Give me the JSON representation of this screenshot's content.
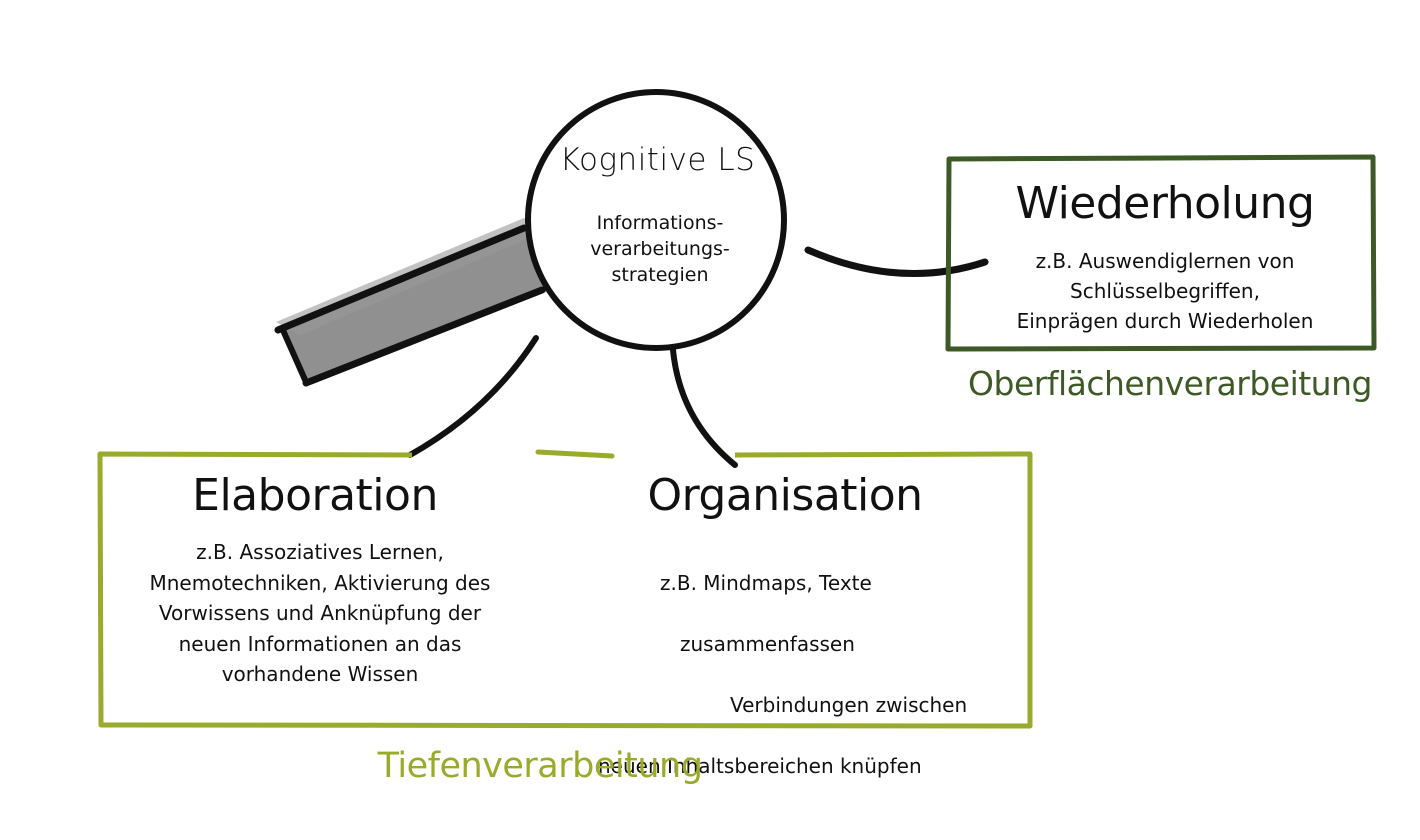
{
  "hub": {
    "title": "Kognitive LS",
    "subtitle": "Informations-\nverarbeitungs-\nstrategien"
  },
  "boxes": {
    "wiederholung": {
      "title": "Wiederholung",
      "text": "z.B. Auswendiglernen von\nSchlüsselbegriffen,\nEinprägen durch Wiederholen",
      "color": "#3d5a26"
    },
    "elaboration": {
      "title": "Elaboration",
      "text": "z.B. Assoziatives Lernen,\nMnemotechniken, Aktivierung des\nVorwissens und Anknüpfung der\nneuen Informationen an das\nvorhandene Wissen",
      "color": "#9aaa2a"
    },
    "organisation": {
      "title": "Organisation",
      "lines": [
        "z.B. Mindmaps, Texte",
        "zusammenfassen",
        "Verbindungen zwischen",
        "neuen Inhaltsbereichen knüpfen"
      ],
      "color": "#9aaa2a"
    }
  },
  "labels": {
    "oberflaechen": "Oberflächenverarbeitung",
    "tiefen": "Tiefenverarbeitung"
  },
  "colors": {
    "dark_green": "#3d5a26",
    "olive": "#9aaa2a",
    "ink": "#111111",
    "grey_bar": "#8a8a8a"
  }
}
